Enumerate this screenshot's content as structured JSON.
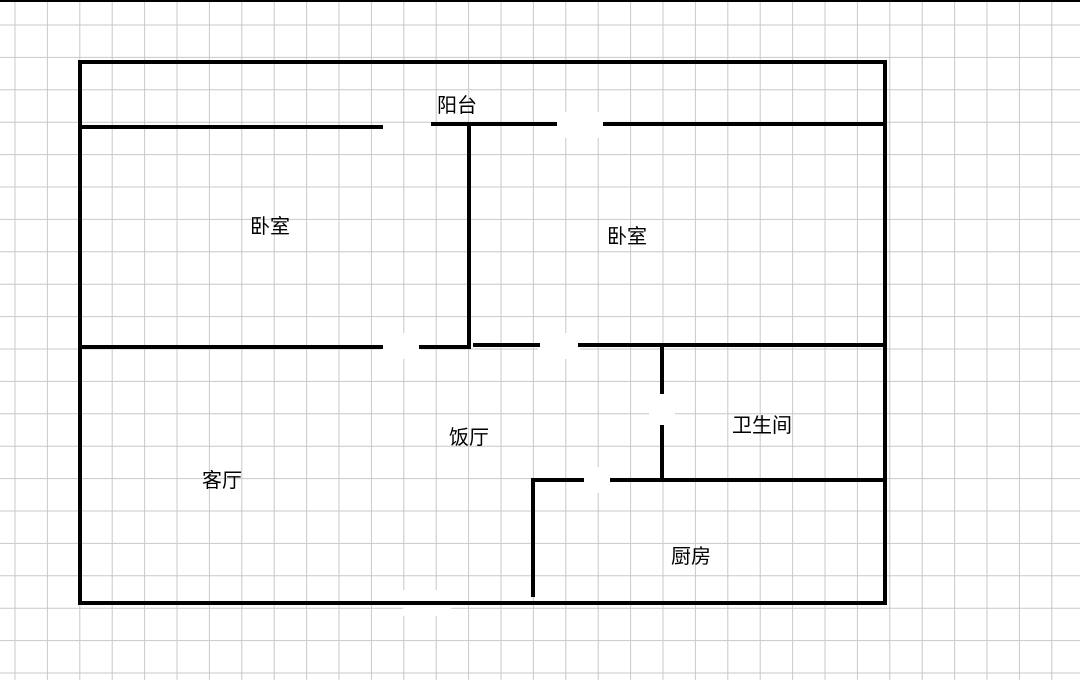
{
  "title": "Floor plan",
  "rooms": {
    "balcony": "阳台",
    "bedroom_left": "卧室",
    "bedroom_right": "卧室",
    "dining_room": "饭厅",
    "bathroom": "卫生间",
    "living_room": "客厅",
    "kitchen": "厨房"
  },
  "colors": {
    "wall": "#000000",
    "grid": "#c8c8c8",
    "background": "#ffffff"
  }
}
